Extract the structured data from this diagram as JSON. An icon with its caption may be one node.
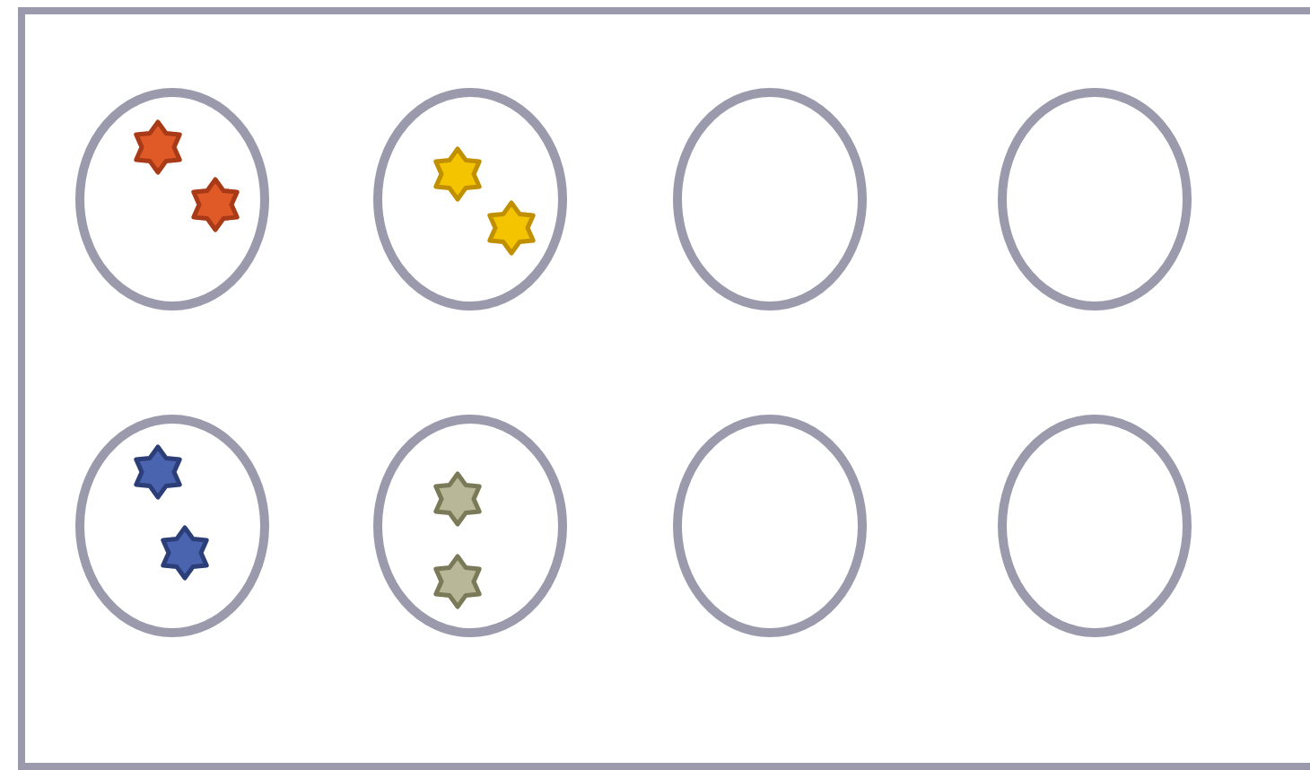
{
  "diagram": {
    "nodes": [
      {
        "text": [],
        "shape": "circle"
      },
      {
        "text": [],
        "shape": "star",
        "in": 0
      },
      {
        "text": [],
        "shape": "star",
        "in": 0
      },
      {
        "text": [],
        "shape": "circle"
      },
      {
        "text": [],
        "shape": "star",
        "in": 3
      },
      {
        "text": [],
        "shape": "star",
        "in": 3
      },
      {
        "text": [],
        "shape": "circle"
      },
      {
        "text": [],
        "shape": "circle"
      },
      {
        "text": [],
        "shape": "circle"
      },
      {
        "text": [],
        "shape": "star",
        "in": 8
      },
      {
        "text": [],
        "shape": "star",
        "in": 8
      },
      {
        "text": [],
        "shape": "circle"
      },
      {
        "text": [],
        "shape": "star",
        "in": 11
      },
      {
        "text": [],
        "shape": "star",
        "in": 11
      },
      {
        "text": [],
        "shape": "circle"
      },
      {
        "text": [],
        "shape": "circle"
      }
    ]
  }
}
